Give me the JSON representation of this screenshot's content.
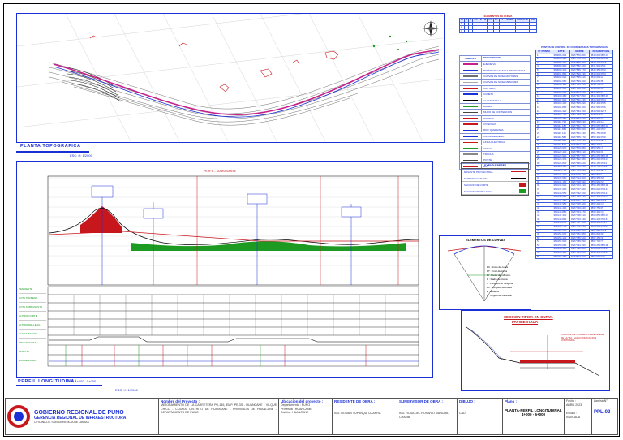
{
  "plan": {
    "title": "PLANTA TOPOGRAFICA",
    "scale": "ESC: H: 1/2000"
  },
  "profile": {
    "title": "PERFIL LONGITUDINAL",
    "range": "KM: 4+000 - 5+000",
    "scale": "ESC: H: 1/2000",
    "header_label": "PERFIL - SUBRASANTE",
    "row_labels": [
      "PENDIENTE",
      "COTA TERRENO",
      "COTA SUBRASANTE",
      "ALTURA CORTE",
      "ALTURA RELLENO",
      "ALINEAMIENTO",
      "PROGRESIVAS",
      "PERALTE",
      "SOBREANCHO"
    ]
  },
  "curves_table": {
    "title": "ELEMENTOS DE CURVA",
    "headers": [
      "PI",
      "R",
      "T",
      "LC",
      "E",
      "Δ",
      "PC",
      "PT",
      "FT",
      "SOBR.",
      "PERALTE",
      "DIR"
    ],
    "rows": [
      [
        "1",
        "",
        "",
        "",
        "",
        "",
        "",
        "",
        "",
        "",
        "",
        ""
      ],
      [
        "2",
        "",
        "",
        "",
        "",
        "",
        "",
        "",
        "",
        "",
        "",
        ""
      ],
      [
        "3",
        "",
        "",
        "",
        "",
        "",
        "",
        "",
        "",
        "",
        "",
        ""
      ]
    ]
  },
  "control_points": {
    "title": "PUNTOS DE CONTROL DE COORDENADAS TOPOGRAFICAS",
    "headers": [
      "N° PUNTO",
      "ESTE",
      "NORTE",
      "DESCRIPCION"
    ],
    "rows": [
      [
        "1",
        "360086.001",
        "8277570.000",
        "3840.000 BM-01"
      ],
      [
        "2",
        "360085.420",
        "8277574.120",
        "3841.200 BM-02"
      ],
      [
        "3",
        "360087.300",
        "8277579.850",
        "3842.100 EST"
      ],
      [
        "4",
        "360088.910",
        "8277582.400",
        "3841.900 PI-1"
      ],
      [
        "5",
        "360090.430",
        "8277586.770",
        "3842.350 PI-2"
      ],
      [
        "6",
        "360091.880",
        "8277590.330",
        "3843.000 PI-3"
      ],
      [
        "7",
        "360093.020",
        "8277595.010",
        "3843.600 A"
      ],
      [
        "8",
        "360094.660",
        "8277599.200",
        "3844.050 B"
      ],
      [
        "9",
        "360096.120",
        "8277603.750",
        "3844.700 C"
      ],
      [
        "10",
        "360097.540",
        "8277608.110",
        "3845.200 D"
      ],
      [
        "11",
        "360099.010",
        "8277612.600",
        "3845.800 E"
      ],
      [
        "12",
        "360100.480",
        "8277617.050",
        "3846.300 BM-03"
      ],
      [
        "13",
        "360101.930",
        "8277621.430",
        "3846.900 PI-4"
      ],
      [
        "14",
        "360103.400",
        "8277625.890",
        "3847.400 PI-5"
      ],
      [
        "15",
        "360104.860",
        "8277630.300",
        "3847.950 PI-6"
      ],
      [
        "16",
        "360106.320",
        "8277634.760",
        "3848.500 EST"
      ],
      [
        "17",
        "360107.790",
        "8277639.150",
        "3849.050 F"
      ],
      [
        "18",
        "360109.250",
        "8277643.600",
        "3849.600 G"
      ],
      [
        "19",
        "360110.720",
        "8277648.030",
        "3850.100 H"
      ],
      [
        "20",
        "360112.180",
        "8277652.470",
        "3850.650 BM-04"
      ],
      [
        "21",
        "360113.650",
        "8277656.900",
        "3851.200 PI-7"
      ],
      [
        "22",
        "360115.110",
        "8277661.340",
        "3851.750 PI-8"
      ],
      [
        "23",
        "360116.580",
        "8277665.770",
        "3852.300 PI-9"
      ],
      [
        "24",
        "360118.040",
        "8277670.210",
        "3852.850 EST"
      ],
      [
        "25",
        "360119.510",
        "8277674.640",
        "3853.400 I"
      ],
      [
        "26",
        "360120.970",
        "8277679.080",
        "3853.950 J"
      ],
      [
        "27",
        "360122.440",
        "8277683.510",
        "3854.500 K"
      ],
      [
        "28",
        "360123.900",
        "8277687.950",
        "3855.050 BM-05"
      ],
      [
        "29",
        "360125.370",
        "8277692.380",
        "3855.600 PI-10"
      ],
      [
        "30",
        "360126.830",
        "8277696.820",
        "3856.150 PI-11"
      ],
      [
        "31",
        "360128.300",
        "8277701.250",
        "3856.700 PI-12"
      ],
      [
        "32",
        "360129.760",
        "8277705.690",
        "3857.250 EST"
      ],
      [
        "33",
        "360131.230",
        "8277710.120",
        "3857.800 L"
      ],
      [
        "34",
        "360132.690",
        "8277714.560",
        "3858.350 M"
      ],
      [
        "35",
        "360134.160",
        "8277718.990",
        "3858.900 N"
      ],
      [
        "36",
        "360135.620",
        "8277723.430",
        "3859.450 BM-06"
      ],
      [
        "37",
        "360137.090",
        "8277727.860",
        "3860.000 PI-13"
      ],
      [
        "38",
        "360138.550",
        "8277732.300",
        "3860.550 PI-14"
      ],
      [
        "39",
        "360140.020",
        "8277736.730",
        "3861.100 PI-15"
      ],
      [
        "40",
        "360141.480",
        "8277741.170",
        "3861.650 EST"
      ],
      [
        "41",
        "360142.950",
        "8277745.600",
        "3862.200 O"
      ],
      [
        "42",
        "360144.410",
        "8277750.040",
        "3862.750 P"
      ],
      [
        "43",
        "360145.880",
        "8277754.470",
        "3863.300 Q"
      ],
      [
        "44",
        "360147.340",
        "8277758.910",
        "3863.850 BM-07"
      ],
      [
        "45",
        "360148.810",
        "8277763.340",
        "3864.400 PI-16"
      ],
      [
        "46",
        "360150.270",
        "8277767.780",
        "3864.950 PI-17"
      ],
      [
        "47",
        "360151.740",
        "8277772.210",
        "3865.500 PI-18"
      ],
      [
        "48",
        "360153.200",
        "8277776.650",
        "3866.050 EST"
      ],
      [
        "49",
        "360154.670",
        "8277781.080",
        "3866.600 R"
      ],
      [
        "50",
        "360156.130",
        "8277785.520",
        "3867.150 S"
      ],
      [
        "51",
        "360157.600",
        "8277789.950",
        "3867.700 T"
      ],
      [
        "52",
        "360159.060",
        "8277794.390",
        "3868.250 BM-08"
      ],
      [
        "53",
        "360160.530",
        "8277798.820",
        "3868.800 PI-19"
      ],
      [
        "54",
        "360161.990",
        "8277803.260",
        "3869.350 PI-20"
      ],
      [
        "55",
        "360163.460",
        "8277807.690",
        "3869.900 FIN"
      ]
    ]
  },
  "plan_legend": {
    "title_sym": "SIMBOLO",
    "title_desc": "DESCRIPCION",
    "items": [
      "EJE DE VIA",
      "BORDE DE CALZADA PROYECTADA",
      "CURVAS DE NIVEL MAYORES",
      "CURVAS DE NIVEL MENORES",
      "CANTERA",
      "CUNETA",
      "ALCANTARILLA",
      "BADEN",
      "MURO DE CONTENCION",
      "PONTON",
      "VIVIENDAS",
      "RIO / QUEBRADA",
      "CANAL DE RIEGO",
      "LINEA ELECTRICA",
      "CERCO",
      "TROCHA",
      "POSTE",
      "BM"
    ]
  },
  "profile_legend": {
    "title": "LEYENDA PERFIL",
    "items": [
      "RASANTE PROYECTADA",
      "TERRENO NATURAL",
      "SECCION DE CORTE",
      "SECCION DE RELLENO"
    ]
  },
  "curve_elements": {
    "title": "ELEMENTOS DE CURVAS",
    "items": [
      "PC : Inicio de curva",
      "PT : Final de curva",
      "PI : Punto de Inflexion",
      "R : Radio de Curva",
      "T : Longitud de Tangente",
      "LC : Longitud de Curva",
      "E : Externa",
      "Δ : Angulo de Deflexion"
    ]
  },
  "section": {
    "title": "SECCION TIPICA EN CURVA",
    "title2": "PAVIMENTADA",
    "note": "LA RASANTE CORRESPONDE AL EJE DE LA VIA, SALVO INDICACION CONTRARIA"
  },
  "title_block": {
    "gov": "GOBIERNO REGIONAL DE PUNO",
    "dept": "GERENCIA REGIONAL DE INFRAESTRUCTURA",
    "office": "OFICINA DE SUB GERENCIA DE OBRAS",
    "project_label": "Nombre del Proyecto :",
    "project": "MEJORAMIENTO DE LA CARRETERA PU-145, EMP. PE-3S - HUANCANE - VILQUE CHICO - COJATA, DISTRITO DE HUANCANE - PROVINCIA DE HUANCANE - DEPARTAMENTO DE PUNO",
    "location_label": "Ubicacion del proyecto :",
    "location": {
      "dep_label": "Departamento",
      "dep": "PUNO",
      "prov_label": "Provincia",
      "prov": "HUANCANE",
      "dist_label": "Distrito",
      "dist": "HUANCANE"
    },
    "resident_label": "RESIDENTE DE OBRA :",
    "resident": "ING. ROMAN YUPANQUI LIZARRA",
    "supervisor_label": "SUPERVISOR DE OBRA :",
    "supervisor": "ING. ROSA DEL ROSARIO MANCHA CHAMBI",
    "drawn_label": "DIBUJO :",
    "drawn": "CAD",
    "plan_label": "Plano :",
    "plan_name": "PLANTA-PERFIL LONGITUDINAL",
    "plan_km": "4+000 - 5+000",
    "date_label": "Fecha :",
    "date": "ABRIL 2023",
    "sheet_label": "Lamina N°",
    "sheet": "PPL-02",
    "scale_label": "Escala :",
    "scale": "INDICADA"
  },
  "colors": {
    "frame_blue": "#1a2fd6",
    "road_magenta": "#c8208a",
    "fill_red": "#c8161d",
    "fill_green": "#1c9a22"
  }
}
